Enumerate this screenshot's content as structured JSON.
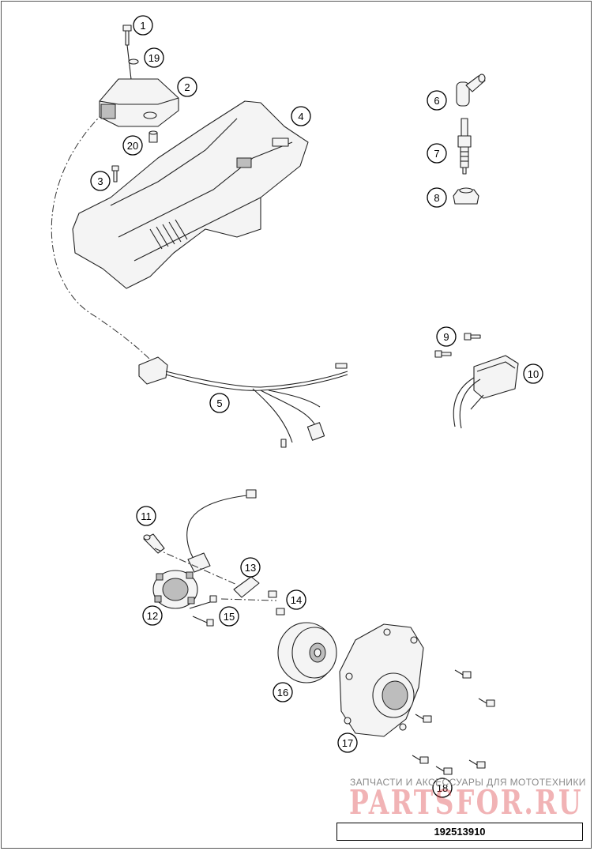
{
  "callouts": [
    "1",
    "2",
    "3",
    "4",
    "5",
    "6",
    "7",
    "8",
    "9",
    "10",
    "11",
    "12",
    "13",
    "14",
    "15",
    "16",
    "17",
    "18",
    "19",
    "20"
  ],
  "watermark": {
    "subtitle": "ЗАПЧАСТИ И АКСЕССУАРЫ ДЛЯ МОТОТЕХНИКИ",
    "brand": "PARTSFOR.RU"
  },
  "document_number": "192513910",
  "colors": {
    "outline": "#222222",
    "watermark_red": "#d8252b"
  }
}
